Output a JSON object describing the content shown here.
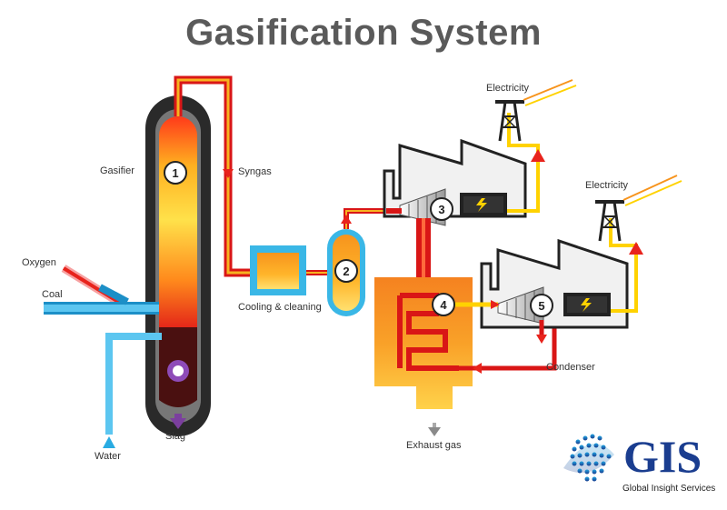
{
  "title": "Gasification System",
  "labels": {
    "gasifier": "Gasifier",
    "syngas": "Syngas",
    "oxygen": "Oxygen",
    "coal": "Coal",
    "water": "Water",
    "slag": "Slag",
    "cooling": "Cooling & cleaning",
    "electricity_1": "Electricity",
    "electricity_2": "Electricity",
    "condenser": "Condenser",
    "exhaust": "Exhaust gas"
  },
  "steps": [
    "1",
    "2",
    "3",
    "4",
    "5"
  ],
  "brand": {
    "logo_text": "GIS",
    "tagline": "Global Insight Services"
  },
  "colors": {
    "hot_red": "#e8231c",
    "hot_orange": "#f7941d",
    "yellow": "#ffd200",
    "blue": "#29abe2",
    "purple": "#7b3f9e",
    "grey": "#8a8a8a",
    "brand_blue": "#1a3d8f"
  }
}
